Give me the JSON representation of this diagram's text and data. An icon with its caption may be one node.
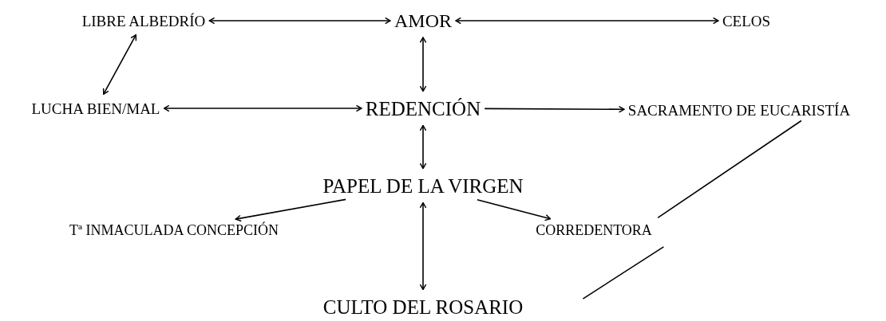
{
  "diagram": {
    "nodes": [
      {
        "text": [
          "LIBRE ALBEDRÍO"
        ]
      },
      {
        "text": [
          "AMOR"
        ]
      },
      {
        "text": [
          "CELOS"
        ]
      },
      {
        "text": [
          "LUCHA BIEN/MAL"
        ]
      },
      {
        "text": [
          "REDENCIÓN"
        ]
      },
      {
        "text": [
          "SACRAMENTO DE EUCARISTÍA"
        ]
      },
      {
        "text": [
          "PAPEL DE LA VIRGEN"
        ]
      },
      {
        "text": [
          "Tª INMACULADA CONCEPCIÓN"
        ]
      },
      {
        "text": [
          "CORREDENTORA"
        ]
      },
      {
        "text": [
          "CULTO DEL ROSARIO"
        ]
      }
    ],
    "edges": [
      {
        "from": 0,
        "to": 1,
        "arrow": "both"
      },
      {
        "from": 1,
        "to": 2,
        "arrow": "both"
      },
      {
        "from": 0,
        "to": 3,
        "arrow": "both"
      },
      {
        "from": 1,
        "to": 4,
        "arrow": "both"
      },
      {
        "from": 3,
        "to": 4,
        "arrow": "both"
      },
      {
        "from": 4,
        "to": 5,
        "arrow": "to"
      },
      {
        "from": 4,
        "to": 6,
        "arrow": "both"
      },
      {
        "from": 6,
        "to": 7,
        "arrow": "to"
      },
      {
        "from": 6,
        "to": 8,
        "arrow": "to"
      },
      {
        "from": 6,
        "to": 9,
        "arrow": "both"
      },
      {
        "from": 5,
        "to": 8,
        "arrow": "none"
      },
      {
        "from": 8,
        "to": 9,
        "arrow": "none"
      }
    ]
  }
}
